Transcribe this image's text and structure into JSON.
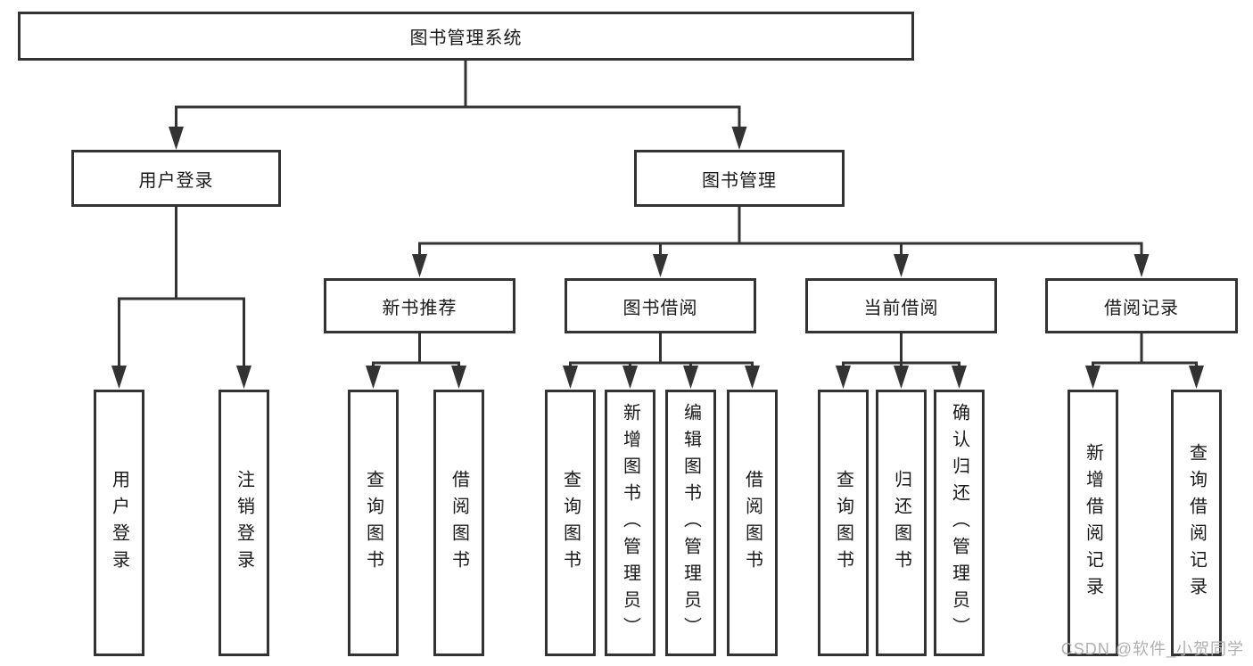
{
  "nodes": {
    "root": "图书管理系统",
    "user_login": "用户登录",
    "book_management": "图书管理",
    "new_book_recommend": "新书推荐",
    "book_borrow": "图书借阅",
    "current_borrow": "当前借阅",
    "borrow_records": "借阅记录",
    "leaf_user_login": "用户登录",
    "leaf_logout": "注销登录",
    "leaf_nb_query_books": "查询图书",
    "leaf_nb_borrow_books": "借阅图书",
    "leaf_bb_query_books": "查询图书",
    "leaf_bb_add_books": "新增图书（管理员）",
    "leaf_bb_edit_books": "编辑图书（管理员）",
    "leaf_bb_borrow_books": "借阅图书",
    "leaf_cb_query_books": "查询图书",
    "leaf_cb_return_books": "归还图书",
    "leaf_cb_confirm_return": "确认归还（管理员）",
    "leaf_br_add_record": "新增借阅记录",
    "leaf_br_query_record": "查询借阅记录"
  },
  "watermark": "CSDN @软件_小贺同学",
  "colors": {
    "background": "#ffffff",
    "line": "#333333",
    "box_border": "#333333",
    "text": "#1a1a1a",
    "watermark": "#b0b0b0"
  }
}
